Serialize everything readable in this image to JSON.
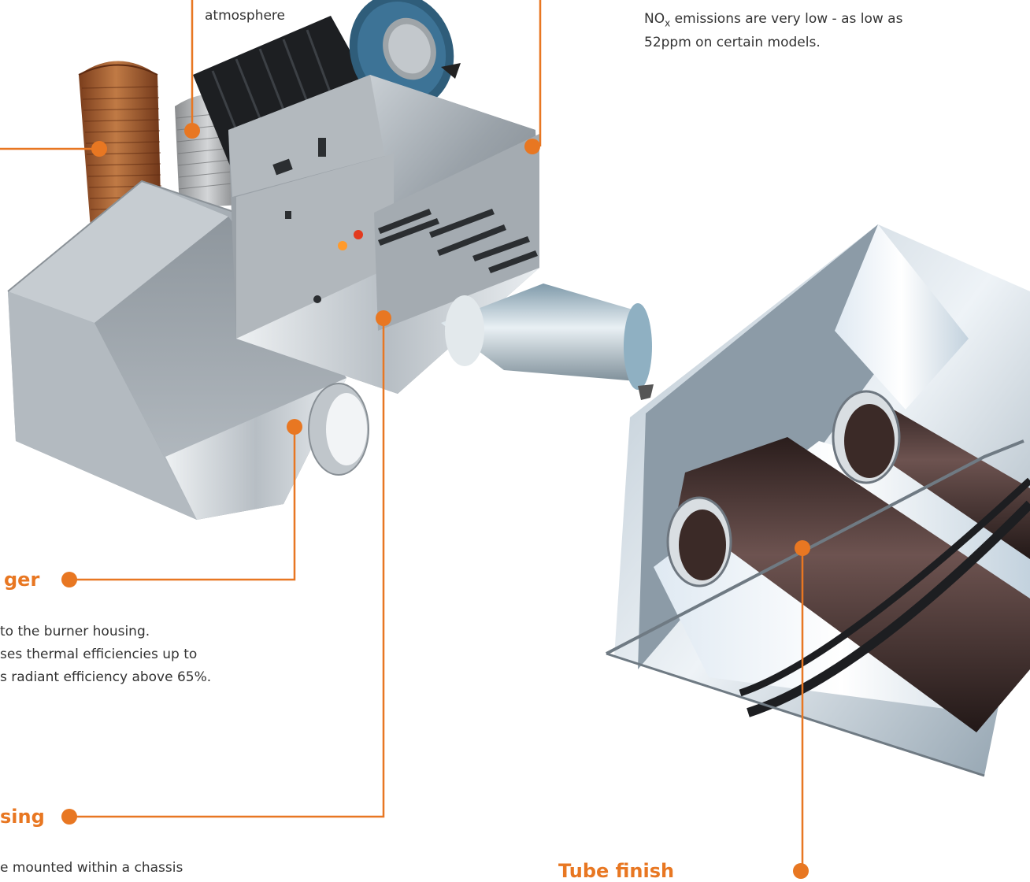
{
  "colors": {
    "accent": "#e87722",
    "text": "#333333",
    "metal_light": "#dfe3e6",
    "metal_mid": "#a9b0b6",
    "metal_dark": "#6c747b",
    "copper": "#9c5428",
    "tube_dark": "#3a2a28",
    "fan_blue": "#3b6a8a"
  },
  "callouts": {
    "air_intake_text": "atmosphere",
    "nox_text_a": "NO",
    "nox_text_sub": "x",
    "nox_text_b": " emissions are very low - as low as",
    "nox_text_line2": "52ppm on certain models.",
    "heat_exchanger": {
      "heading": "ger",
      "lines": [
        "to the burner housing.",
        "ses thermal efficiencies up to",
        "s radiant efficiency above 65%."
      ]
    },
    "burner_housing": {
      "heading": "sing",
      "line": "e mounted within a chassis"
    },
    "tube_finish": {
      "heading": "Tube finish"
    }
  }
}
